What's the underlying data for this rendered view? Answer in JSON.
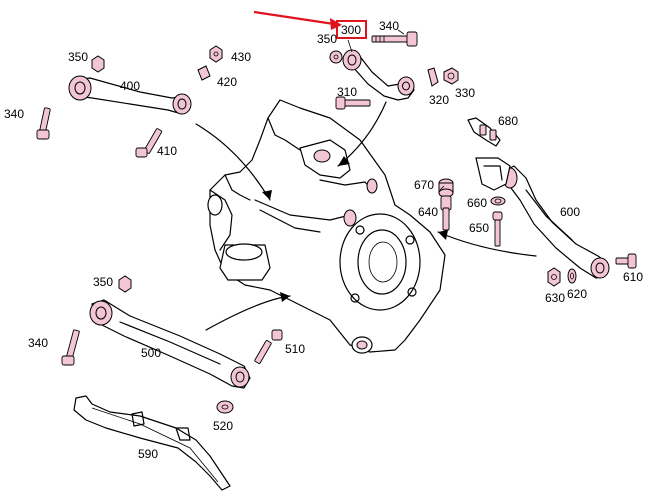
{
  "labels": {
    "p300": "300",
    "p340_top": "340",
    "p350_top": "350",
    "p310": "310",
    "p320": "320",
    "p330": "330",
    "p350_left": "350",
    "p430": "430",
    "p400": "400",
    "p420": "420",
    "p340_left": "340",
    "p410": "410",
    "p680": "680",
    "p670": "670",
    "p640": "640",
    "p660": "660",
    "p650": "650",
    "p600": "600",
    "p610": "610",
    "p630": "630",
    "p620": "620",
    "p350_bottom": "350",
    "p340_bottom": "340",
    "p500": "500",
    "p510": "510",
    "p520": "520",
    "p590": "590"
  },
  "highlight": {
    "selected_part": "300",
    "box_color": "#e0141e",
    "arrow_color": "#e0141e"
  },
  "colors": {
    "bushing_fill": "#f3c6d6",
    "line": "#000000",
    "background": "#ffffff"
  }
}
